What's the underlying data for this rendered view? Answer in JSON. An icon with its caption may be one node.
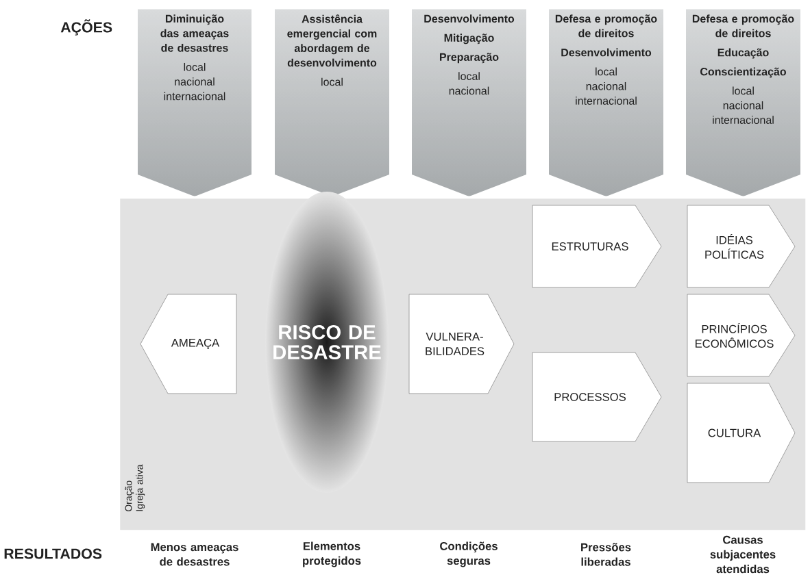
{
  "diagram": {
    "nodes": [
      {
        "text": [
          "Diminuição das ameaças de desastres",
          "local",
          "nacional",
          "internacional"
        ]
      },
      {
        "text": [
          "Assistência emergencial com abordagem de desenvolvimento",
          "local"
        ]
      },
      {
        "text": [
          "Desenvolvimento",
          "Mitigação",
          "Preparação",
          "local",
          "nacional"
        ]
      },
      {
        "text": [
          "Defesa e promoção de direitos",
          "Desenvolvimento",
          "local",
          "nacional",
          "internacional"
        ]
      },
      {
        "text": [
          "Defesa e promoção de direitos",
          "Educação",
          "Conscientização",
          "local",
          "nacional",
          "internacional"
        ]
      },
      {
        "text": [
          "Oração Igreja ativa"
        ]
      },
      {
        "text": [
          "AMEAÇA"
        ],
        "in": 5
      },
      {
        "text": [
          "RISCO DE DESASTRE"
        ],
        "in": 5
      },
      {
        "text": [
          "VULNERA-BILIDADES"
        ],
        "in": 5
      },
      {
        "text": [
          "ESTRUTURAS"
        ],
        "in": 5
      },
      {
        "text": [
          "PROCESSOS"
        ],
        "in": 5
      },
      {
        "text": [
          "IDÉIAS POLÍTICAS"
        ],
        "in": 5
      },
      {
        "text": [
          "PRINCÍPIOS ECONÔMICOS"
        ],
        "in": 5
      },
      {
        "text": [
          "CULTURA"
        ],
        "in": 5
      }
    ],
    "edges": [],
    "labels": [
      "AÇÕES",
      "RESULTADOS",
      "Menos ameaças de desastres",
      "Elementos protegidos",
      "Condições seguras",
      "Pressões liberadas",
      "Causas subjacentes atendidas"
    ]
  }
}
